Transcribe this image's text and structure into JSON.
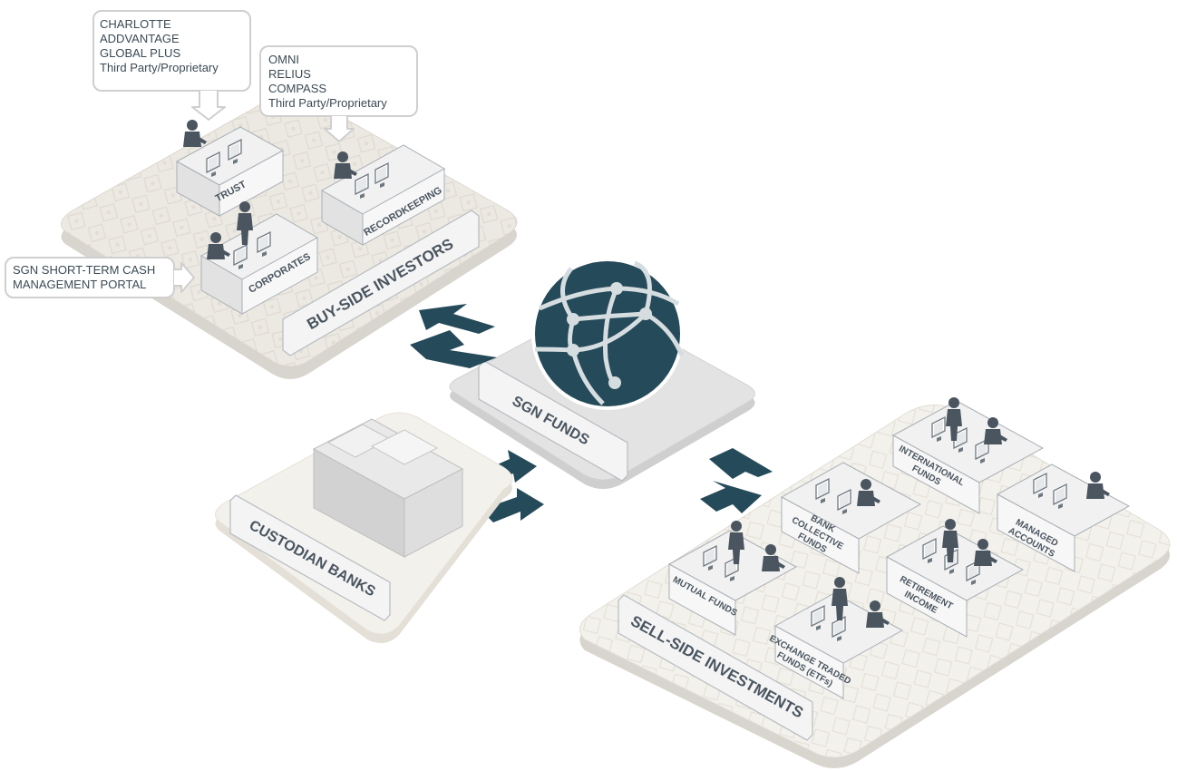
{
  "colors": {
    "accent": "#254a5a",
    "platform": "#ece9e2",
    "platform_edge": "#d6d3cc",
    "hub": "#dcdcdc",
    "sign": "#f4f4f4",
    "callout_border": "#cfcfcf",
    "person": "#4a5560"
  },
  "callouts": {
    "trust_systems": [
      "CHARLOTTE",
      "ADDVANTAGE",
      "GLOBAL PLUS",
      "Third Party/Proprietary"
    ],
    "recordkeeping_systems": [
      "OMNI",
      "RELIUS",
      "COMPASS",
      "Third Party/Proprietary"
    ],
    "cash_portal": [
      "SGN SHORT-TERM CASH",
      "MANAGEMENT PORTAL"
    ]
  },
  "buy_side": {
    "title": "BUY-SIDE INVESTORS",
    "desks": {
      "trust": "TRUST",
      "recordkeeping": "RECORDKEEPING",
      "corporates": "CORPORATES"
    }
  },
  "hub": {
    "title": "SGN FUNDS",
    "icon": "globe-network-icon"
  },
  "custodian": {
    "title": "CUSTODIAN BANKS",
    "icon": "bank-building-icon"
  },
  "sell_side": {
    "title": "SELL-SIDE INVESTMENTS",
    "desks": {
      "international": [
        "INTERNATIONAL",
        "FUNDS"
      ],
      "bank_collective": [
        "BANK",
        "COLLECTIVE",
        "FUNDS"
      ],
      "managed": [
        "MANAGED",
        "ACCOUNTS"
      ],
      "mutual": [
        "MUTUAL FUNDS"
      ],
      "retirement": [
        "RETIREMENT",
        "INCOME"
      ],
      "etf": [
        "EXCHANGE TRADED",
        "FUNDS (ETFs)"
      ]
    }
  }
}
